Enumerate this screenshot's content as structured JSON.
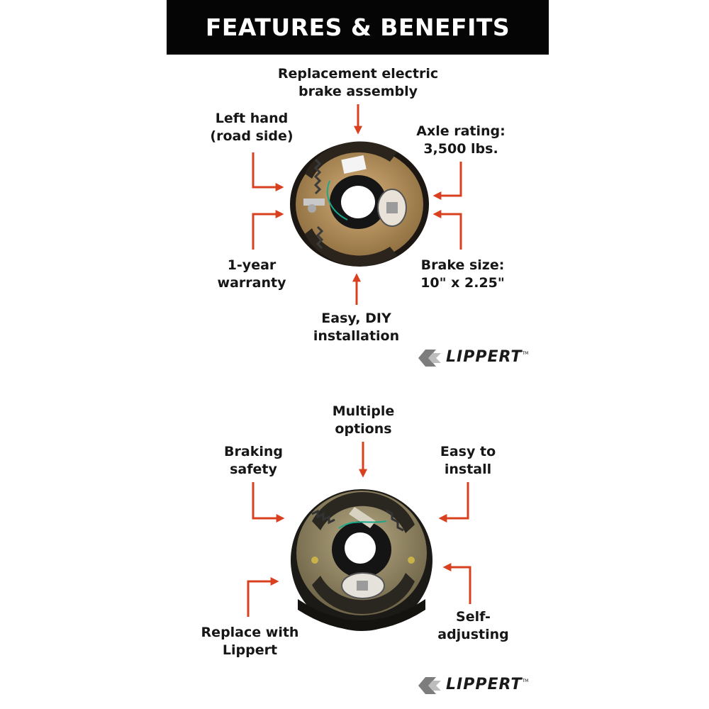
{
  "header": {
    "title": "FEATURES & BENEFITS"
  },
  "panel1": {
    "labels": {
      "top": [
        "Replacement electric",
        "brake assembly"
      ],
      "top_left": [
        "Left hand",
        "(road side)"
      ],
      "top_right": [
        "Axle rating:",
        "3,500 lbs."
      ],
      "bottom_left": [
        "1-year",
        "warranty"
      ],
      "bottom_right": [
        "Brake size:",
        "10\" x 2.25\""
      ],
      "bottom": [
        "Easy, DIY",
        "installation"
      ]
    },
    "logo": "LIPPERT"
  },
  "panel2": {
    "labels": {
      "top": [
        "Multiple",
        "options"
      ],
      "top_left": [
        "Braking",
        "safety"
      ],
      "top_right": [
        "Easy to",
        "install"
      ],
      "bottom_left": [
        "Replace with",
        "Lippert"
      ],
      "bottom_right": [
        "Self-",
        "adjusting"
      ]
    },
    "logo": "LIPPERT"
  },
  "colors": {
    "arrow": "#d8401f",
    "banner": "#050505",
    "plate": "#b8915c",
    "plate2": "#9a8c66"
  }
}
